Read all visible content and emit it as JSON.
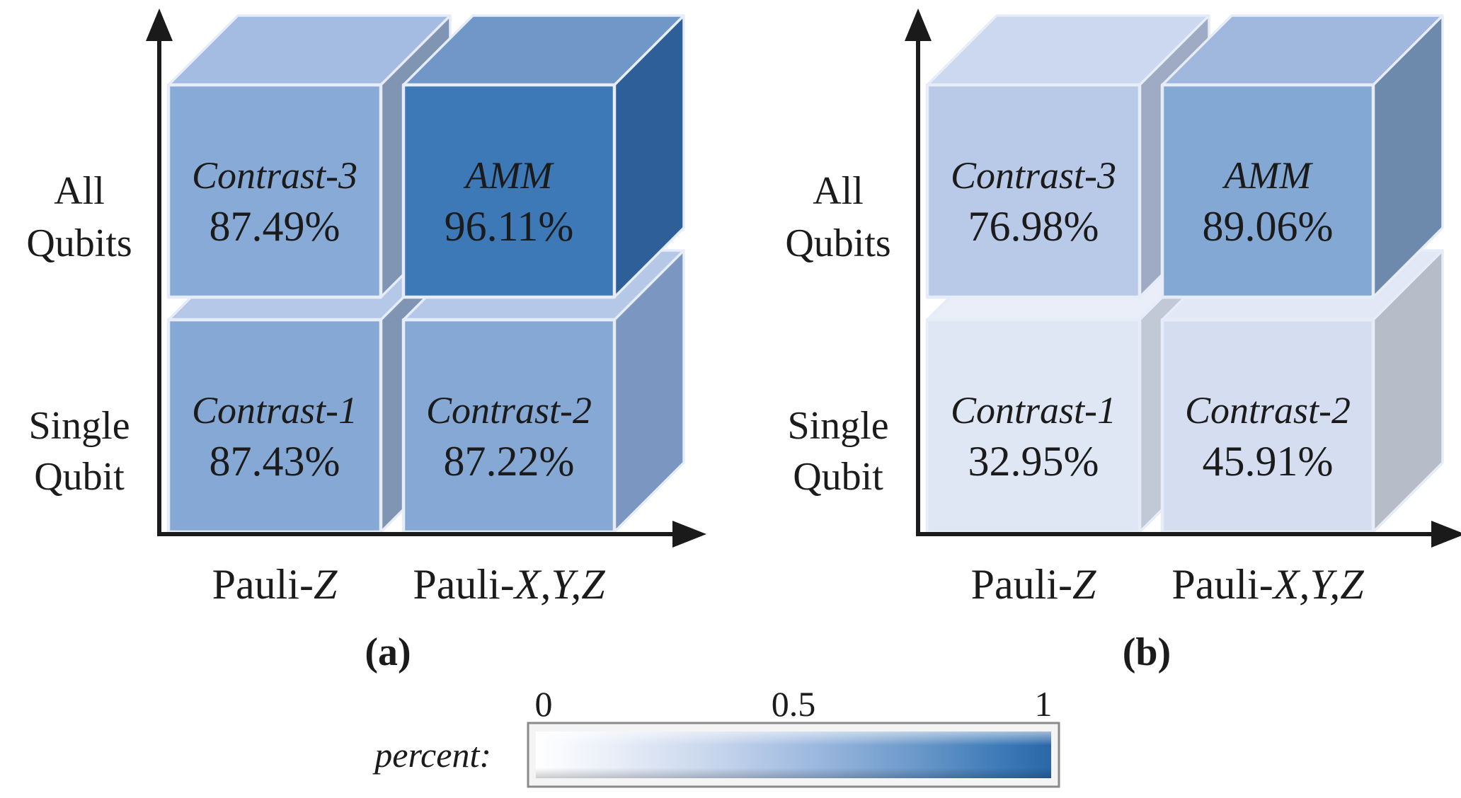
{
  "figure": {
    "axis_color": "#1a1a1a",
    "panels": [
      {
        "letter": "(a)",
        "text_color": "#ffffff",
        "y_axis_labels": [
          {
            "line1": "All",
            "line2": "Qubits"
          },
          {
            "line1": "Single",
            "line2": "Qubit"
          }
        ],
        "x_labels": [
          {
            "prefix": "Pauli-",
            "symbols": "Z"
          },
          {
            "prefix": "Pauli-",
            "symbols": "X,Y,Z"
          }
        ],
        "cells": [
          {
            "name": "Contrast-3",
            "value": "87.49%",
            "colors": {
              "front": "#88aad7",
              "top": "#a4bce1",
              "side": "#8094b3"
            }
          },
          {
            "name": "AMM",
            "value": "96.11%",
            "colors": {
              "front": "#3d79b7",
              "top": "#7097c7",
              "side": "#2f5f99"
            }
          },
          {
            "name": "Contrast-1",
            "value": "87.43%",
            "colors": {
              "front": "#86a8d5",
              "top": "#b5c8e7",
              "side": "#8094b3"
            }
          },
          {
            "name": "Contrast-2",
            "value": "87.22%",
            "colors": {
              "front": "#86a8d5",
              "top": "#b5c8e7",
              "side": "#7b97c1"
            }
          }
        ]
      },
      {
        "letter": "(b)",
        "text_color": "#1b1b1b",
        "y_axis_labels": [
          {
            "line1": "All",
            "line2": "Qubits"
          },
          {
            "line1": "Single",
            "line2": "Qubit"
          }
        ],
        "x_labels": [
          {
            "prefix": "Pauli-",
            "symbols": "Z"
          },
          {
            "prefix": "Pauli-",
            "symbols": "X,Y,Z"
          }
        ],
        "cells": [
          {
            "name": "Contrast-3",
            "value": "76.98%",
            "colors": {
              "front": "#b9c9e8",
              "top": "#ccd7f0",
              "side": "#9fabc4"
            }
          },
          {
            "name": "AMM",
            "value": "89.06%",
            "colors": {
              "front": "#84a8d4",
              "top": "#a0b8dd",
              "side": "#6d89ac"
            }
          },
          {
            "name": "Contrast-1",
            "value": "32.95%",
            "colors": {
              "front": "#dfe6f4",
              "top": "#e9eef9",
              "side": "#c2c9d6"
            }
          },
          {
            "name": "Contrast-2",
            "value": "45.91%",
            "colors": {
              "front": "#d5def0",
              "top": "#e2e8f6",
              "side": "#b7bdc8"
            }
          }
        ]
      }
    ],
    "colorbar": {
      "label": "percent:",
      "ticks": [
        "0",
        "0.5",
        "1"
      ],
      "range": [
        0,
        1
      ],
      "gradient": [
        "#ffffff",
        "#e9eef8",
        "#c6d5ec",
        "#9ab7de",
        "#6796c8",
        "#3e7ab8",
        "#2a67a8"
      ],
      "frame_outer": "#8a8a8a",
      "frame_inner": "#f4f4f4"
    }
  },
  "chart_data": [
    {
      "type": "heatmap",
      "title": "(a)",
      "rows": [
        "All Qubits",
        "Single Qubit"
      ],
      "columns": [
        "Pauli-Z",
        "Pauli-X,Y,Z"
      ],
      "cell_labels": [
        [
          "Contrast-3",
          "AMM"
        ],
        [
          "Contrast-1",
          "Contrast-2"
        ]
      ],
      "values_percent": [
        [
          87.49,
          96.11
        ],
        [
          87.43,
          87.22
        ]
      ],
      "colorbar_label": "percent",
      "colorbar_range": [
        0,
        1
      ],
      "colormap": "white-to-blue"
    },
    {
      "type": "heatmap",
      "title": "(b)",
      "rows": [
        "All Qubits",
        "Single Qubit"
      ],
      "columns": [
        "Pauli-Z",
        "Pauli-X,Y,Z"
      ],
      "cell_labels": [
        [
          "Contrast-3",
          "AMM"
        ],
        [
          "Contrast-1",
          "Contrast-2"
        ]
      ],
      "values_percent": [
        [
          76.98,
          89.06
        ],
        [
          32.95,
          45.91
        ]
      ],
      "colorbar_label": "percent",
      "colorbar_range": [
        0,
        1
      ],
      "colormap": "white-to-blue"
    }
  ]
}
